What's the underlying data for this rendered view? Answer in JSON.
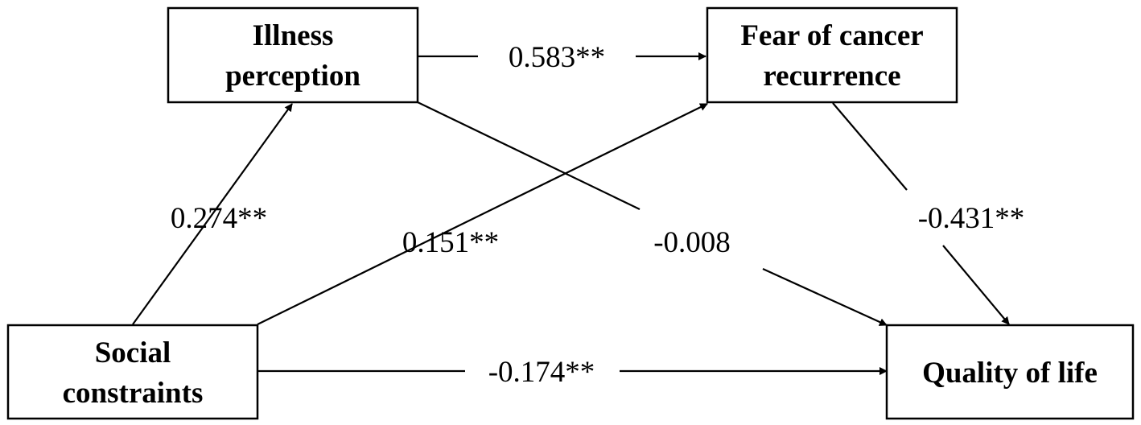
{
  "nodes": {
    "illness_perception": {
      "line1": "Illness",
      "line2": "perception"
    },
    "fear_of_cancer_recurrence": {
      "line1": "Fear of cancer",
      "line2": "recurrence"
    },
    "social_constraints": {
      "line1": "Social",
      "line2": "constraints"
    },
    "quality_of_life": {
      "line1": "Quality of life"
    }
  },
  "paths": {
    "illness_to_fear": "0.583**",
    "social_to_illness": "0.274**",
    "social_to_fear": "0.151**",
    "illness_to_quality": "-0.008",
    "fear_to_quality": "-0.431**",
    "social_to_quality": "-0.174**"
  }
}
